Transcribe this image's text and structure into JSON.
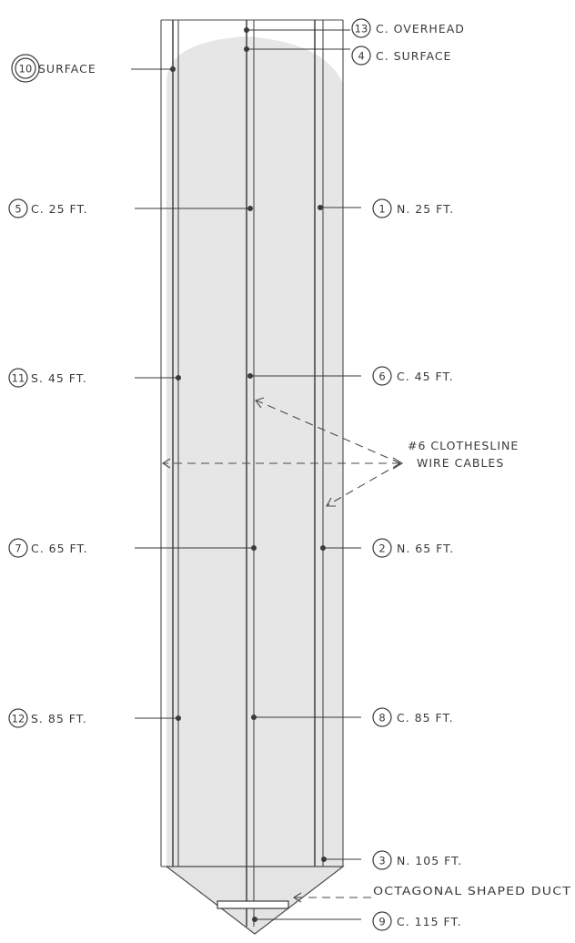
{
  "sensors": [
    {
      "num": "13",
      "label": "C. OVERHEAD",
      "double": false
    },
    {
      "num": "4",
      "label": "C. SURFACE",
      "double": false
    },
    {
      "num": "10",
      "label": "SURFACE",
      "double": true
    },
    {
      "num": "5",
      "label": "C. 25 FT.",
      "double": false
    },
    {
      "num": "1",
      "label": "N. 25 FT.",
      "double": false
    },
    {
      "num": "11",
      "label": "S. 45 FT.",
      "double": false
    },
    {
      "num": "6",
      "label": "C. 45 FT.",
      "double": false
    },
    {
      "num": "7",
      "label": "C. 65 FT.",
      "double": false
    },
    {
      "num": "2",
      "label": "N. 65 FT.",
      "double": false
    },
    {
      "num": "12",
      "label": "S. 85 FT.",
      "double": false
    },
    {
      "num": "8",
      "label": "C. 85 FT.",
      "double": false
    },
    {
      "num": "3",
      "label": "N. 105 FT.",
      "double": false
    },
    {
      "num": "9",
      "label": "C. 115 FT.",
      "double": false
    }
  ],
  "annotations": {
    "cables_line1": "#6 CLOTHESLINE",
    "cables_line2": "WIRE CABLES",
    "duct": "OCTAGONAL SHAPED DUCT"
  }
}
